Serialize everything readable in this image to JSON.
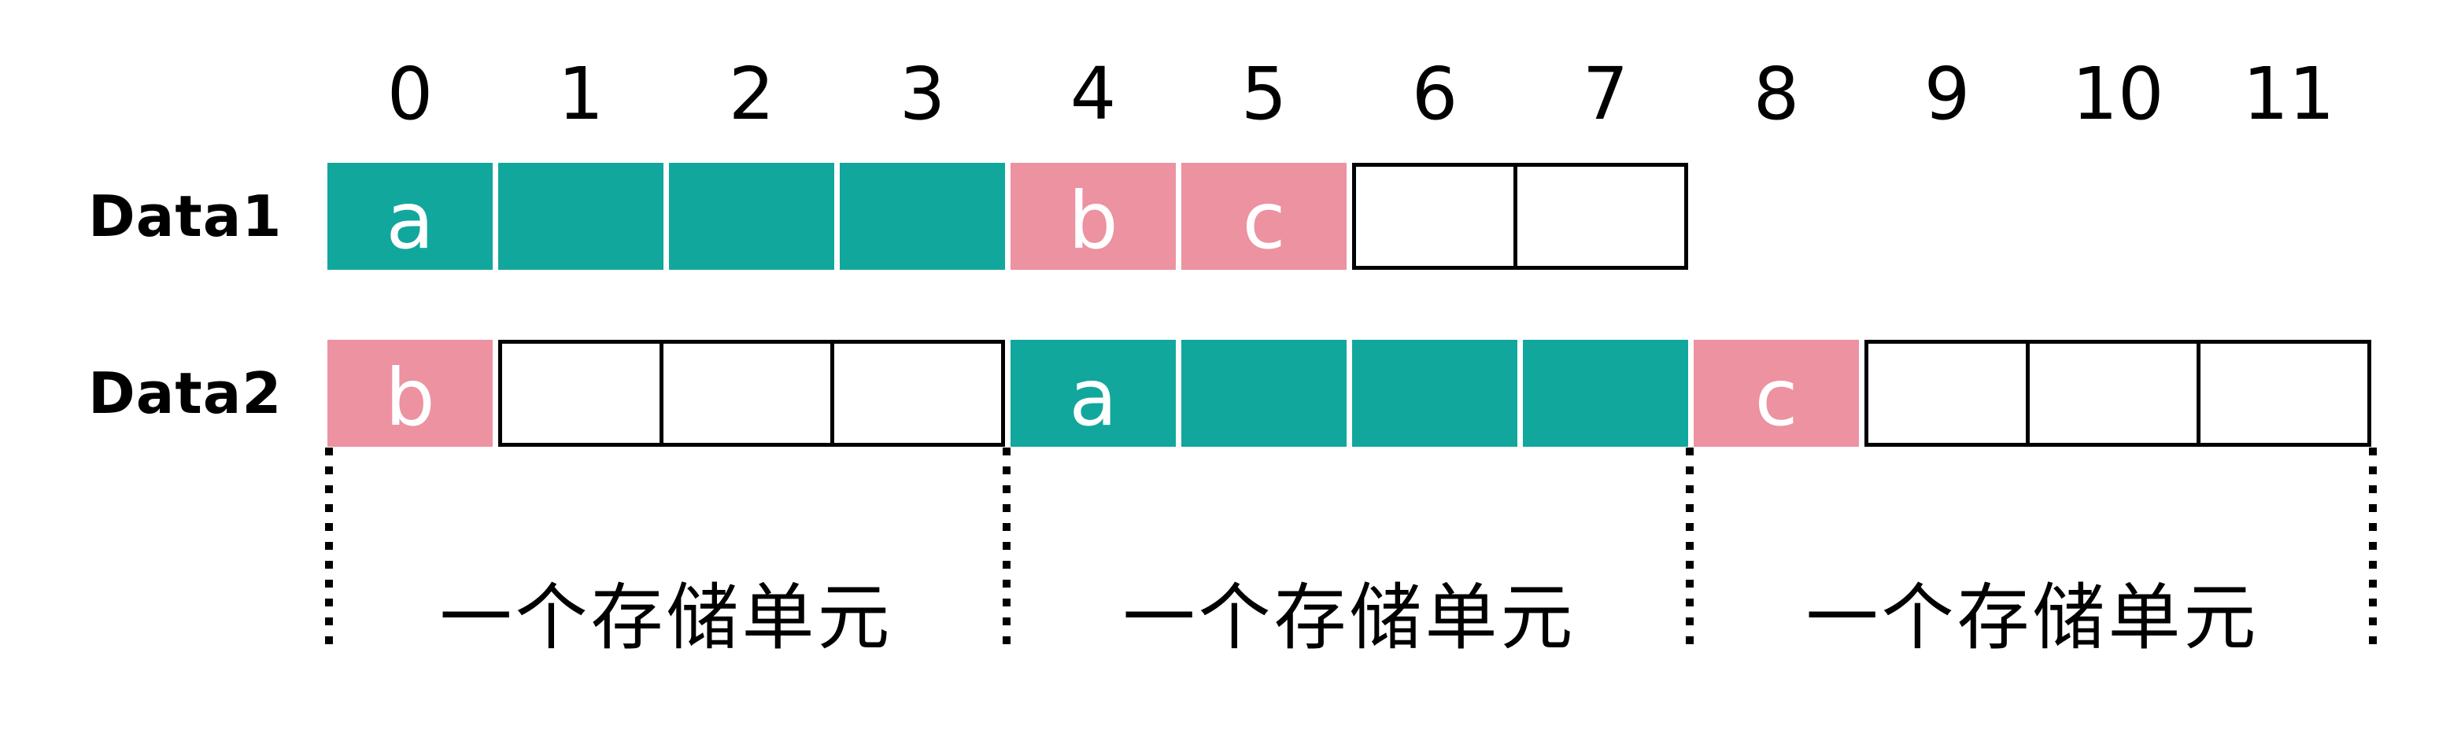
{
  "diagram": {
    "description_labels": {
      "row1": "Data1",
      "row2": "Data2"
    },
    "column_labels": [
      "0",
      "1",
      "2",
      "3",
      "4",
      "5",
      "6",
      "7",
      "8",
      "9",
      "10",
      "11"
    ],
    "rows": [
      {
        "label": "Data1",
        "cells": [
          {
            "type": "teal",
            "label": "a"
          },
          {
            "type": "teal",
            "label": ""
          },
          {
            "type": "teal",
            "label": ""
          },
          {
            "type": "teal",
            "label": ""
          },
          {
            "type": "pink",
            "label": "b"
          },
          {
            "type": "pink",
            "label": "c"
          },
          {
            "type": "white",
            "label": ""
          },
          {
            "type": "white",
            "label": ""
          }
        ]
      },
      {
        "label": "Data2",
        "cells": [
          {
            "type": "pink",
            "label": "b"
          },
          {
            "type": "white",
            "label": ""
          },
          {
            "type": "white",
            "label": ""
          },
          {
            "type": "white",
            "label": ""
          },
          {
            "type": "teal",
            "label": "a"
          },
          {
            "type": "teal",
            "label": ""
          },
          {
            "type": "teal",
            "label": ""
          },
          {
            "type": "teal",
            "label": ""
          },
          {
            "type": "pink",
            "label": "c"
          },
          {
            "type": "white",
            "label": ""
          },
          {
            "type": "white",
            "label": ""
          },
          {
            "type": "white",
            "label": ""
          }
        ]
      }
    ],
    "unit_boundaries": [
      0,
      4,
      8,
      12
    ],
    "units": [
      {
        "label": "一个存储单元"
      },
      {
        "label": "一个存储单元"
      },
      {
        "label": "一个存储单元"
      }
    ],
    "colors": {
      "teal": "#12a79c",
      "pink": "#ec92a1",
      "line": "#000000",
      "cell_text": "#ffffff"
    }
  }
}
